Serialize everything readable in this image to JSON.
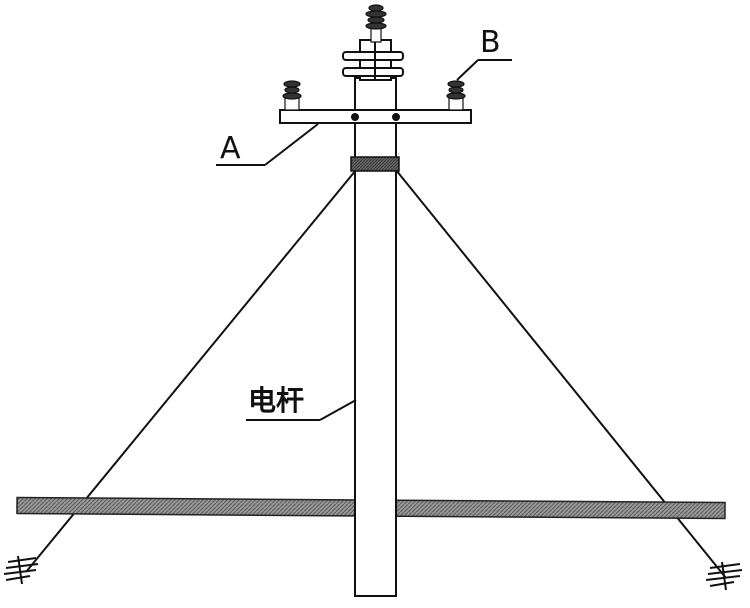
{
  "labels": {
    "crossarm": "A",
    "insulator": "B",
    "pole": "电杆"
  }
}
